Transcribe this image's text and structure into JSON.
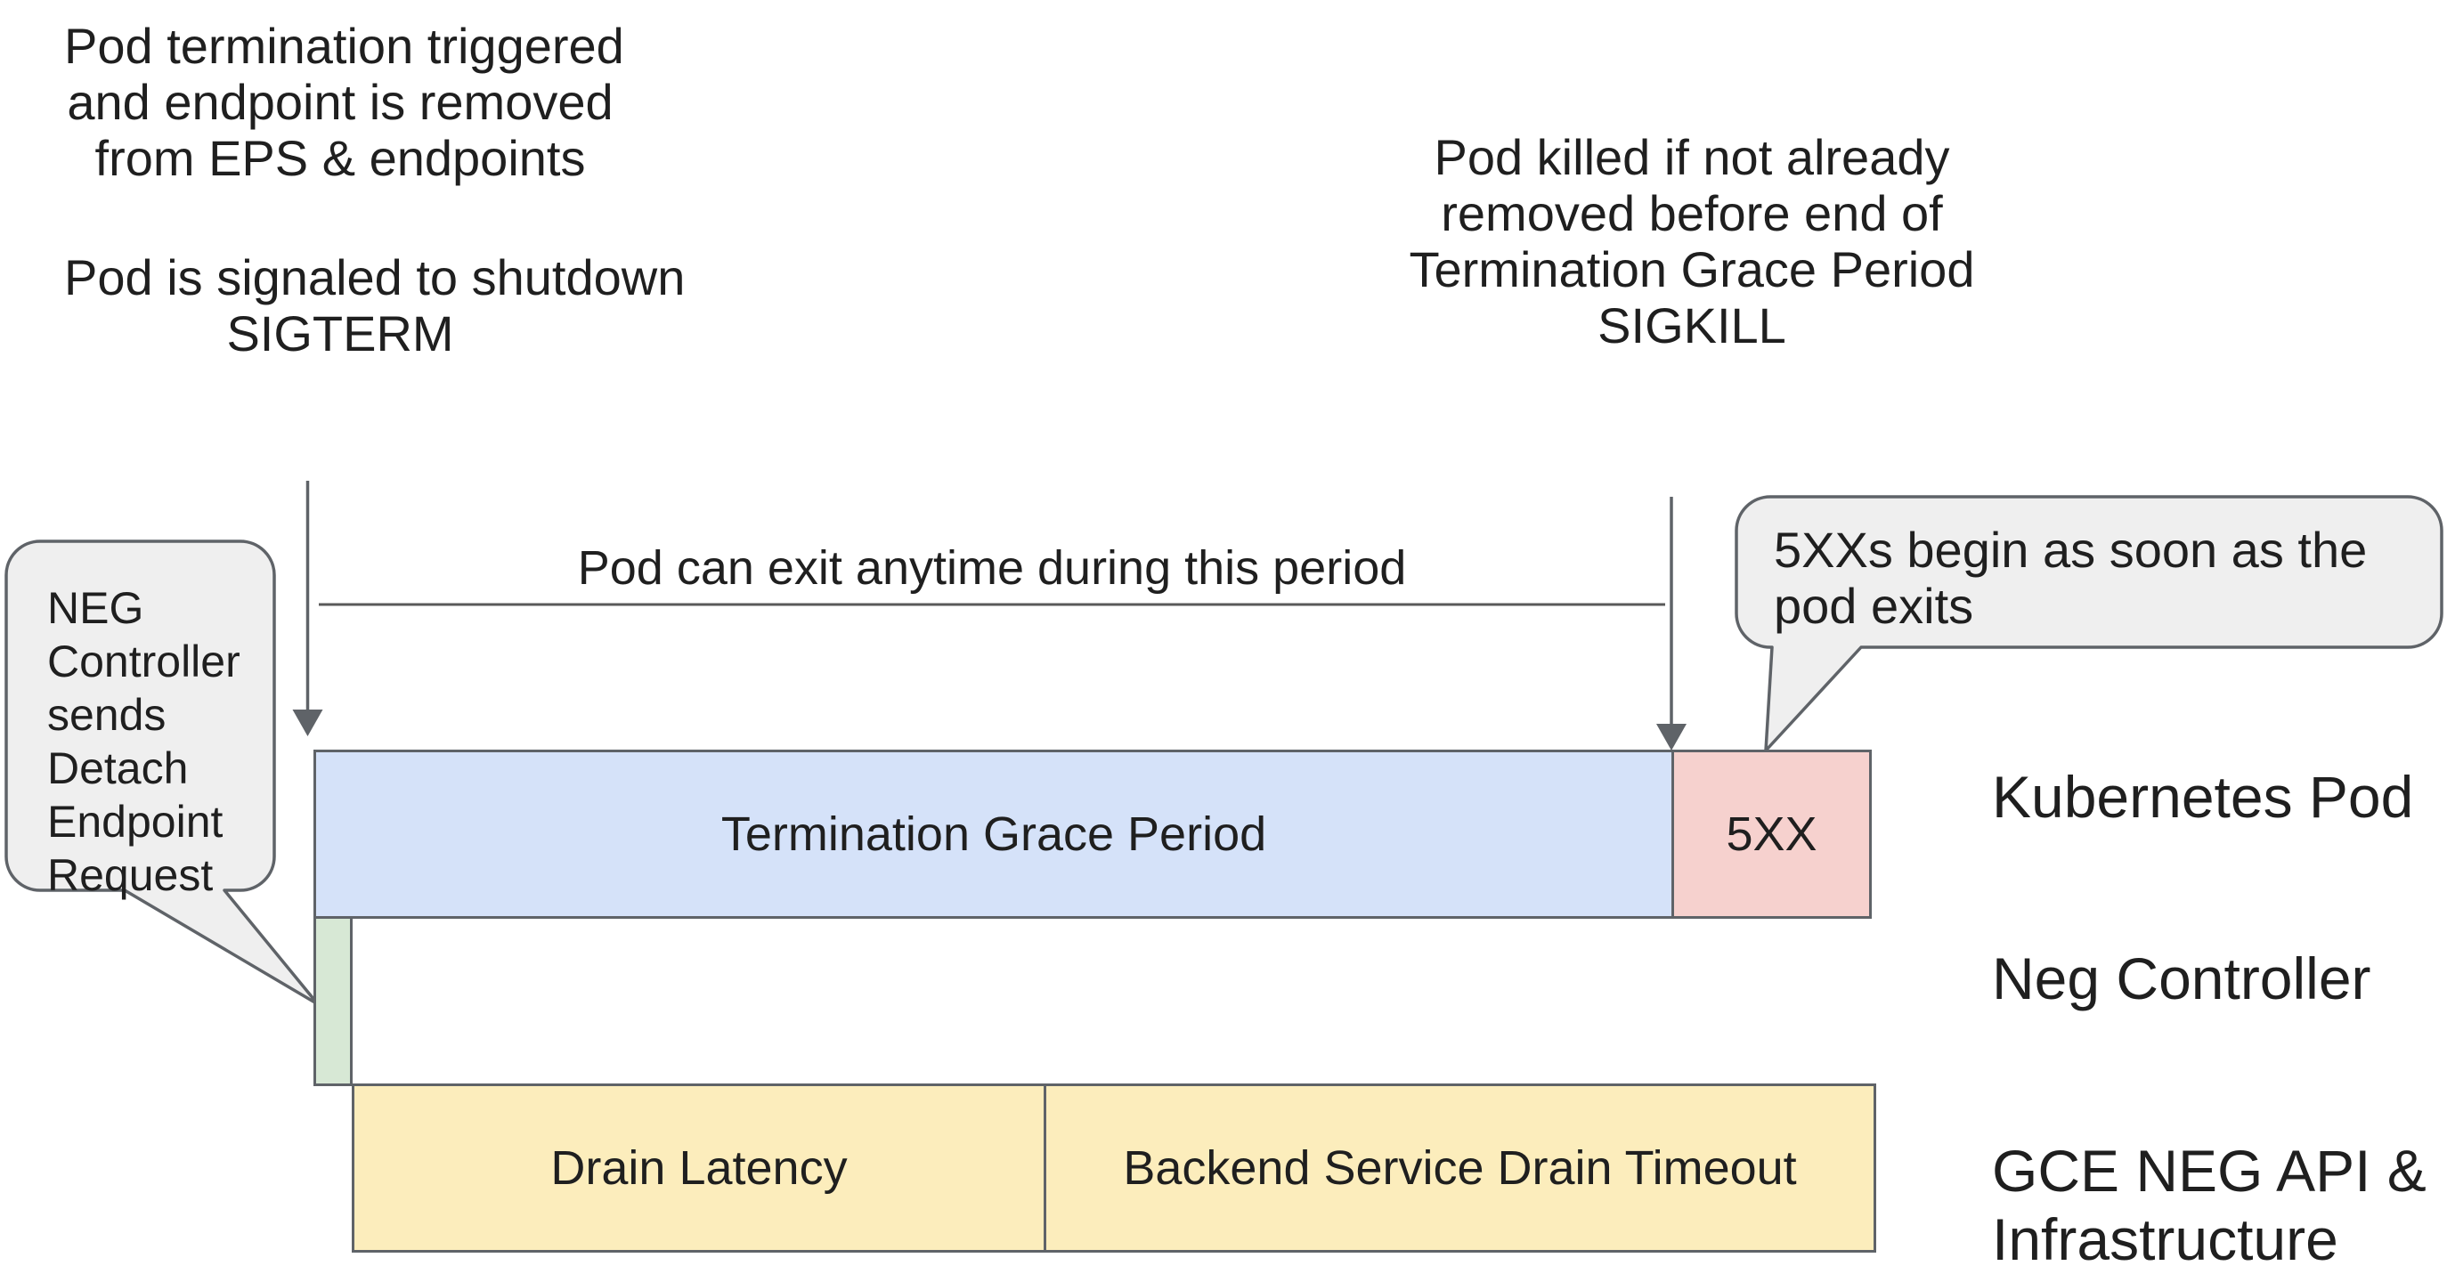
{
  "title": "Pod termination / NEG drain timeline diagram",
  "colors": {
    "background": "#ffffff",
    "text": "#1f1f1f",
    "stroke_gray": "#5f6368",
    "callout_fill": "#efefef",
    "termination_grace_period_fill": "#d5e2f9",
    "five_xx_fill": "#f6d1ce",
    "neg_controller_fill": "#d7e8d5",
    "gce_bar_fill": "#fcedbc"
  },
  "notes": {
    "top_left": {
      "para1": [
        "Pod termination triggered",
        "and endpoint is removed",
        "from EPS & endpoints"
      ],
      "para2": [
        "Pod is signaled to shutdown",
        "SIGTERM"
      ]
    },
    "top_right": {
      "lines": [
        "Pod killed if not already",
        "removed before end of",
        "Termination Grace Period",
        "SIGKILL"
      ]
    }
  },
  "span": {
    "label": "Pod can exit anytime during this period"
  },
  "callouts": {
    "left": {
      "text": "NEG Controller sends Detach Endpoint Request",
      "lines": [
        "NEG",
        "Controller",
        "sends",
        "Detach",
        "Endpoint",
        "Request"
      ]
    },
    "right": {
      "text": "5XXs begin as soon as the pod exits",
      "lines": [
        "5XXs begin as soon as the",
        "pod exits"
      ]
    }
  },
  "timeline": {
    "kubernetes_pod": {
      "row_label": "Kubernetes Pod",
      "segments": [
        {
          "label": "Termination Grace Period",
          "color": "#d5e2f9"
        },
        {
          "label": "5XX",
          "color": "#f6d1ce"
        }
      ]
    },
    "neg_controller": {
      "row_label": "Neg Controller",
      "color": "#d7e8d5"
    },
    "gce": {
      "row_label_lines": [
        "GCE NEG API &",
        "Infrastructure"
      ],
      "color": "#fcedbc",
      "segments": [
        {
          "label": "Drain Latency"
        },
        {
          "label": "Backend Service Drain Timeout"
        }
      ]
    }
  }
}
